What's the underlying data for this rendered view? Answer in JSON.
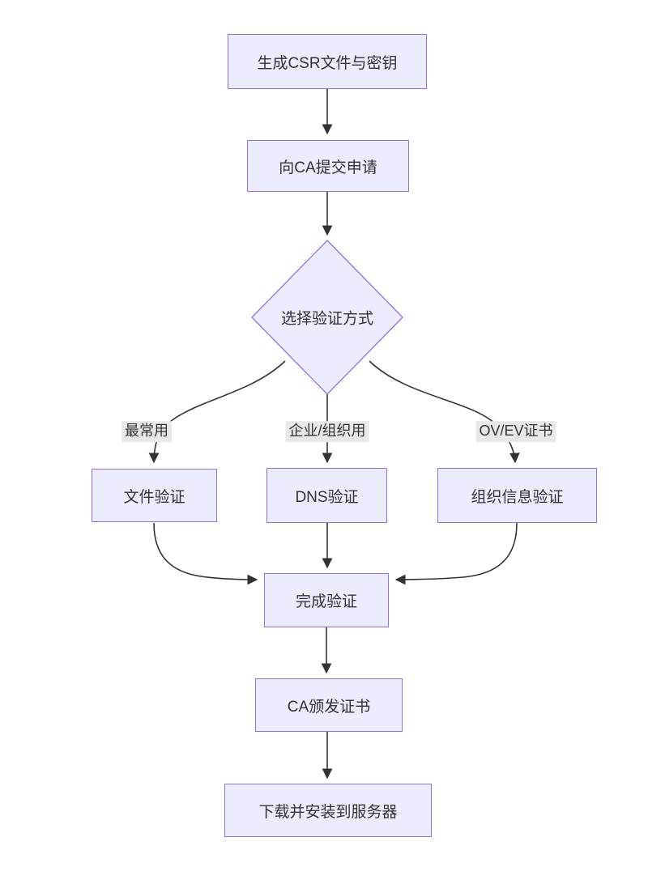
{
  "diagram": {
    "type": "flowchart",
    "direction": "top-down",
    "colors": {
      "node_fill": "#ECECFF",
      "node_border": "#9370DB",
      "edge_color": "#333333",
      "text_color": "#333333",
      "edge_label_bg": "#e8e8e8",
      "background": "#ffffff"
    },
    "nodes": {
      "csr": {
        "label": "生成CSR文件与密钥",
        "shape": "rect"
      },
      "submit": {
        "label": "向CA提交申请",
        "shape": "rect"
      },
      "decision": {
        "label": "选择验证方式",
        "shape": "diamond"
      },
      "file": {
        "label": "文件验证",
        "shape": "rect"
      },
      "dns": {
        "label": "DNS验证",
        "shape": "rect"
      },
      "org": {
        "label": "组织信息验证",
        "shape": "rect"
      },
      "done": {
        "label": "完成验证",
        "shape": "rect"
      },
      "issue": {
        "label": "CA颁发证书",
        "shape": "rect"
      },
      "install": {
        "label": "下载并安装到服务器",
        "shape": "rect"
      }
    },
    "edge_labels": {
      "most_common": "最常用",
      "enterprise": "企业/组织用",
      "ovev": "OV/EV证书"
    },
    "edges": [
      {
        "from": "csr",
        "to": "submit",
        "label": ""
      },
      {
        "from": "submit",
        "to": "decision",
        "label": ""
      },
      {
        "from": "decision",
        "to": "file",
        "label": "最常用"
      },
      {
        "from": "decision",
        "to": "dns",
        "label": "企业/组织用"
      },
      {
        "from": "decision",
        "to": "org",
        "label": "OV/EV证书"
      },
      {
        "from": "file",
        "to": "done",
        "label": ""
      },
      {
        "from": "dns",
        "to": "done",
        "label": ""
      },
      {
        "from": "org",
        "to": "done",
        "label": ""
      },
      {
        "from": "done",
        "to": "issue",
        "label": ""
      },
      {
        "from": "issue",
        "to": "install",
        "label": ""
      }
    ]
  }
}
